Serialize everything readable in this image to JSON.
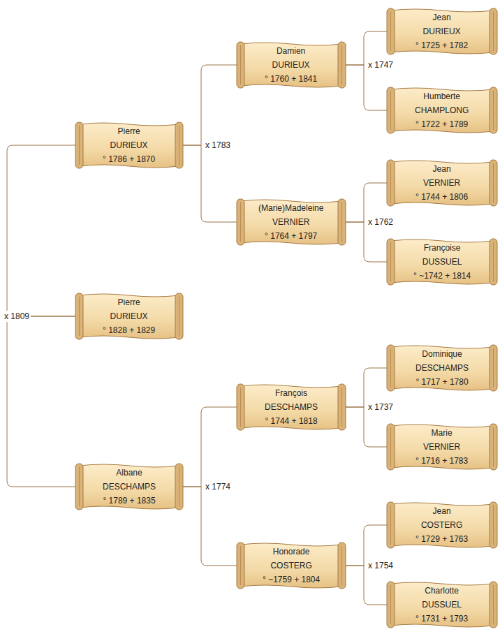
{
  "diagram": {
    "nodes": [
      {
        "text": [
          "Jean",
          "DURIEUX",
          "° 1725 + 1782"
        ]
      },
      {
        "text": [
          "Damien",
          "DURIEUX",
          "° 1760 + 1841"
        ]
      },
      {
        "text": [
          "Humberte",
          "CHAMPLONG",
          "° 1722 + 1789"
        ]
      },
      {
        "text": [
          "Pierre",
          "DURIEUX",
          "° 1786 + 1870"
        ]
      },
      {
        "text": [
          "Jean",
          "VERNIER",
          "° 1744 + 1806"
        ]
      },
      {
        "text": [
          "(Marie)Madeleine",
          "VERNIER",
          "° 1764 + 1797"
        ]
      },
      {
        "text": [
          "Françoise",
          "DUSSUEL",
          "° ~1742 + 1814"
        ]
      },
      {
        "text": [
          "Pierre",
          "DURIEUX",
          "° 1828 + 1829"
        ]
      },
      {
        "text": [
          "Dominique",
          "DESCHAMPS",
          "° 1717 + 1780"
        ]
      },
      {
        "text": [
          "François",
          "DESCHAMPS",
          "° 1744 + 1818"
        ]
      },
      {
        "text": [
          "Marie",
          "VERNIER",
          "° 1716 + 1783"
        ]
      },
      {
        "text": [
          "Albane",
          "DESCHAMPS",
          "° 1789 + 1835"
        ]
      },
      {
        "text": [
          "Jean",
          "COSTERG",
          "° 1729 + 1763"
        ]
      },
      {
        "text": [
          "Honorade",
          "COSTERG",
          "° ~1759 + 1804"
        ]
      },
      {
        "text": [
          "Charlotte",
          "DUSSUEL",
          "° 1731 + 1793"
        ]
      }
    ],
    "edges": [
      {
        "from": 1,
        "to": 0,
        "arrow": "none",
        "label": "x 1747"
      },
      {
        "from": 1,
        "to": 2,
        "arrow": "none"
      },
      {
        "from": 3,
        "to": 1,
        "arrow": "none",
        "label": "x 1783"
      },
      {
        "from": 3,
        "to": 5,
        "arrow": "none"
      },
      {
        "from": 5,
        "to": 4,
        "arrow": "none",
        "label": "x 1762"
      },
      {
        "from": 5,
        "to": 6,
        "arrow": "none"
      },
      {
        "from": 7,
        "to": 3,
        "arrow": "none",
        "label": "x 1809"
      },
      {
        "from": 7,
        "to": 11,
        "arrow": "none"
      },
      {
        "from": 9,
        "to": 8,
        "arrow": "none",
        "label": "x 1737"
      },
      {
        "from": 9,
        "to": 10,
        "arrow": "none"
      },
      {
        "from": 11,
        "to": 9,
        "arrow": "none",
        "label": "x 1774"
      },
      {
        "from": 11,
        "to": 13,
        "arrow": "none"
      },
      {
        "from": 13,
        "to": 12,
        "arrow": "none",
        "label": "x 1754"
      },
      {
        "from": 13,
        "to": 14,
        "arrow": "none"
      }
    ]
  }
}
